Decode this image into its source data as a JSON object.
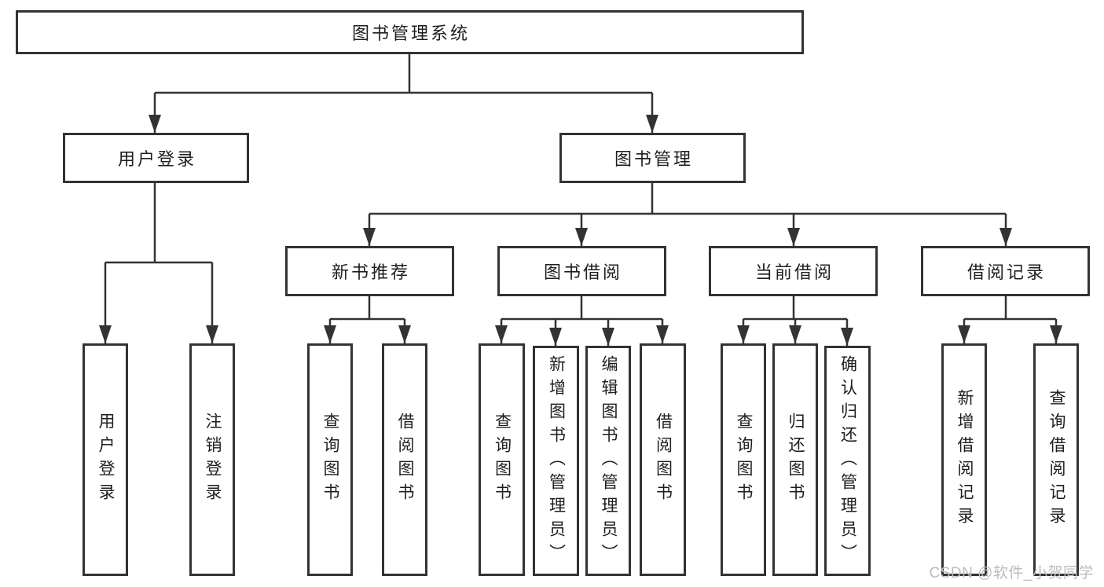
{
  "nodes": {
    "root": "图书管理系统",
    "level2": [
      "用户登录",
      "图书管理"
    ],
    "level3": [
      "新书推荐",
      "图书借阅",
      "当前借阅",
      "借阅记录"
    ],
    "leaves_user": [
      "用户登录",
      "注销登录"
    ],
    "leaves_recommend": [
      "查询图书",
      "借阅图书"
    ],
    "leaves_borrow": [
      "查询图书",
      "新增图书（管理员）",
      "编辑图书（管理员）",
      "借阅图书"
    ],
    "leaves_current": [
      "查询图书",
      "归还图书",
      "确认归还（管理员）"
    ],
    "leaves_record": [
      "新增借阅记录",
      "查询借阅记录"
    ]
  },
  "colors": {
    "line": "#333333",
    "box_border": "#333333",
    "box_fill": "#ffffff",
    "text": "#1e1e1e",
    "background": "#ffffff",
    "watermark": "#bcbcbc"
  },
  "watermark": "CSDN @软件_小贺同学"
}
